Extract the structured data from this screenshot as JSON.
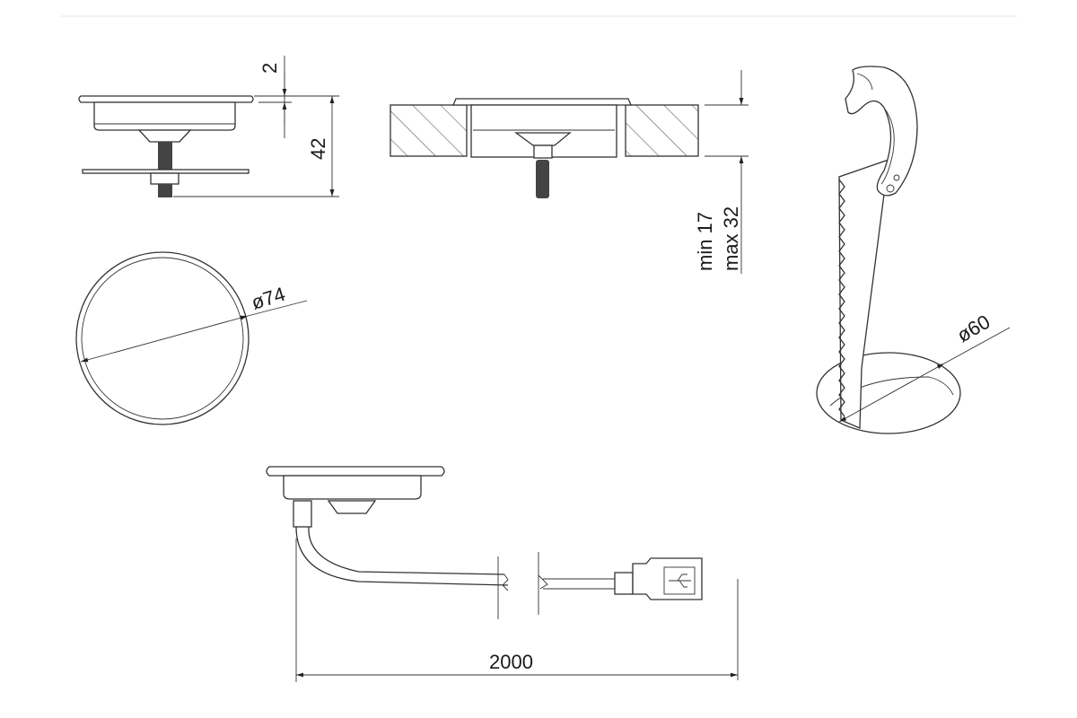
{
  "drawing": {
    "side_view": {
      "flange_thickness": "2",
      "total_height": "42"
    },
    "installed_view": {
      "min_label": "min 17",
      "max_label": "max 32"
    },
    "top_view": {
      "diameter": "ø74"
    },
    "hole_saw": {
      "diameter": "ø60"
    },
    "cable_view": {
      "length": "2000"
    }
  },
  "colors": {
    "line": "#333333",
    "divider": "#eeeeee"
  }
}
